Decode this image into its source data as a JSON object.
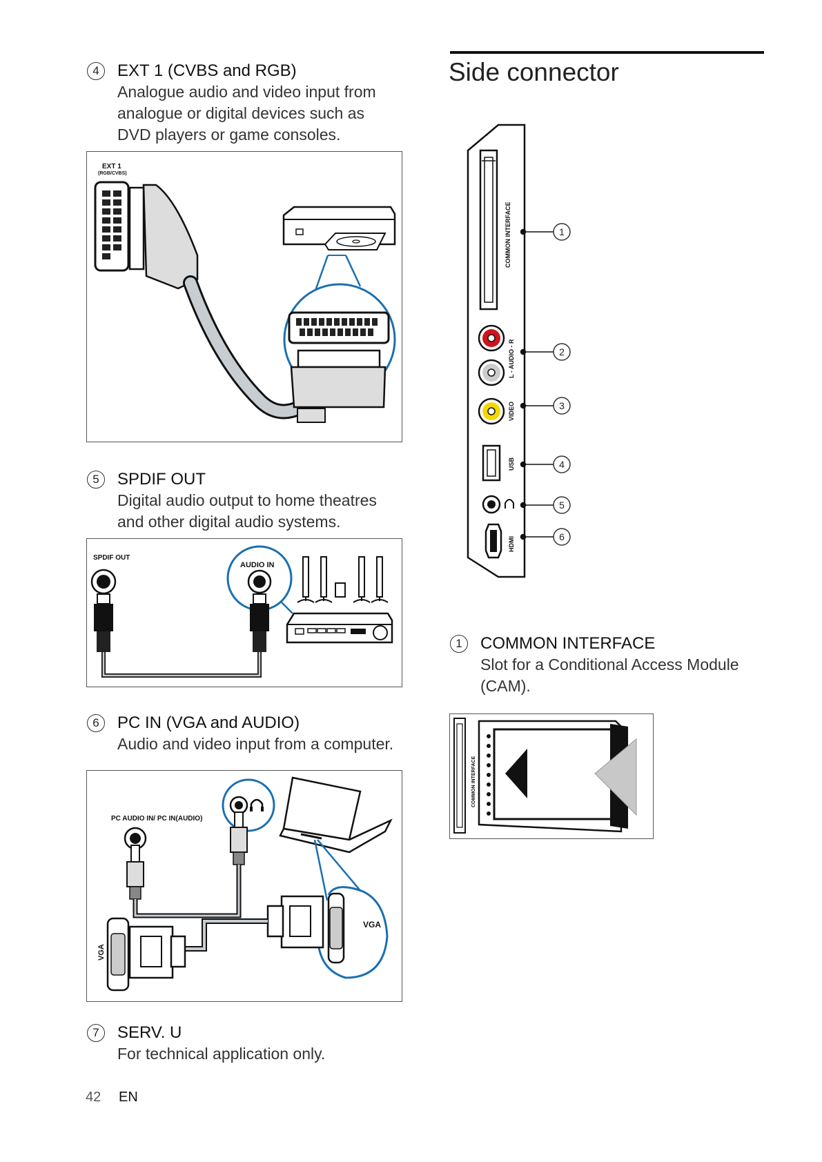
{
  "left": {
    "items": [
      {
        "num": "4",
        "heading": "EXT 1 (CVBS and RGB)",
        "desc": "Analogue audio and video input from analogue or digital devices such as DVD players or game consoles."
      },
      {
        "num": "5",
        "heading": "SPDIF OUT",
        "desc": "Digital audio output to home theatres and other digital audio systems."
      },
      {
        "num": "6",
        "heading": "PC IN (VGA and AUDIO)",
        "desc": "Audio and video input from a computer."
      },
      {
        "num": "7",
        "heading": "SERV. U",
        "desc": "For technical application only."
      }
    ]
  },
  "fig_ext": {
    "label1": "EXT 1",
    "label2": "(RGB/CVBS)"
  },
  "fig_spdif": {
    "out_label": "SPDIF OUT",
    "in_label": "AUDIO IN"
  },
  "fig_pc": {
    "audio_label": "PC AUDIO IN/ PC IN(AUDIO)",
    "vga_left": "VGA",
    "vga_right": "VGA"
  },
  "right": {
    "title": "Side connector",
    "panel_labels": {
      "ci": "COMMON INTERFACE",
      "audio": "L - AUDIO - R",
      "video": "VIDEO",
      "usb": "USB",
      "hdmi": "HDMI"
    },
    "callouts": [
      "1",
      "2",
      "3",
      "4",
      "5",
      "6"
    ],
    "item": {
      "num": "1",
      "heading": "COMMON INTERFACE",
      "desc": "Slot for a Conditional Access Module (CAM)."
    },
    "cam_label": "COMMON INTERFACE"
  },
  "footer": {
    "page": "42",
    "lang": "EN"
  },
  "colors": {
    "accent_blue": "#1a6fb0",
    "connector_red": "#d0141b",
    "connector_yellow": "#f5d800"
  }
}
